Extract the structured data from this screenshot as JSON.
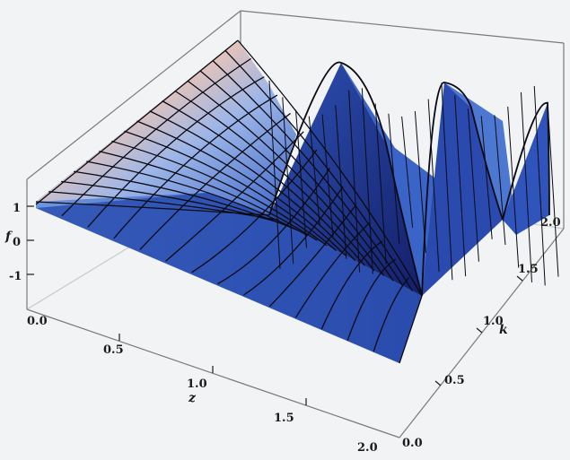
{
  "plot": {
    "type": "surface3d",
    "labels": {
      "z_axis": "f",
      "x_axis": "z",
      "y_axis": "k"
    },
    "ticks": {
      "front_axis": [
        "0.0",
        "0.5",
        "1.0",
        "1.5",
        "2.0"
      ],
      "right_axis": [
        "0.0",
        "0.5",
        "1.0",
        "1.5",
        "2.0"
      ],
      "vertical_axis": [
        "1",
        "0",
        "-1"
      ]
    },
    "colors": {
      "surface_dark": "#1a2a88",
      "surface_mid": "#3f6fd0",
      "surface_light": "#c8d8f4",
      "surface_peak": "#f2c6b0",
      "mesh_line": "#0a0a14",
      "box_line": "#7a7a7a"
    }
  }
}
